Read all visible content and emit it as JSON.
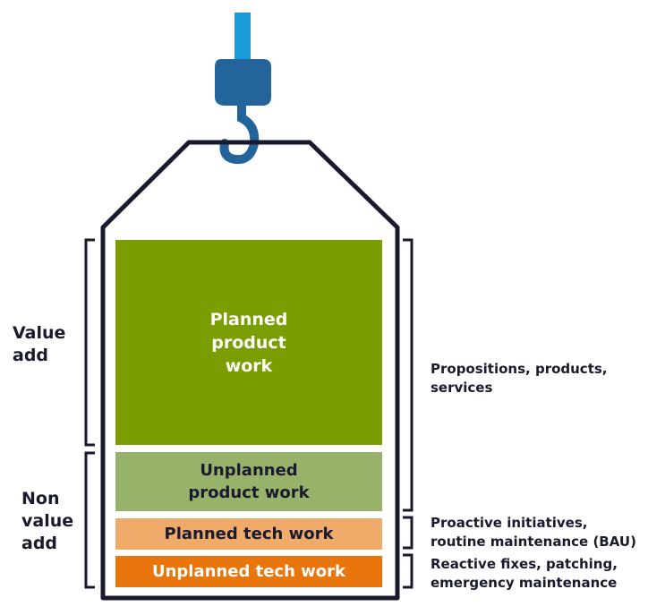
{
  "colors": {
    "rope": "#1a9ad6",
    "hook": "#23649a",
    "outline": "#1a1a2e",
    "planned_product": "#7a9e00",
    "unplanned_product": "#97b36a",
    "planned_tech": "#f0ab6a",
    "unplanned_tech": "#e8760c"
  },
  "blocks": {
    "planned_product": "Planned\nproduct\nwork",
    "unplanned_product": "Unplanned\nproduct work",
    "planned_tech": "Planned tech work",
    "unplanned_tech": "Unplanned tech work"
  },
  "left_labels": {
    "value_add": "Value\nadd",
    "non_value_add": "Non\nvalue\nadd"
  },
  "right_labels": {
    "products": "Propositions, products,\nservices",
    "planned_tech": "Proactive initiatives,\nroutine maintenance (BAU)",
    "unplanned_tech": "Reactive fixes, patching,\nemergency maintenance"
  }
}
